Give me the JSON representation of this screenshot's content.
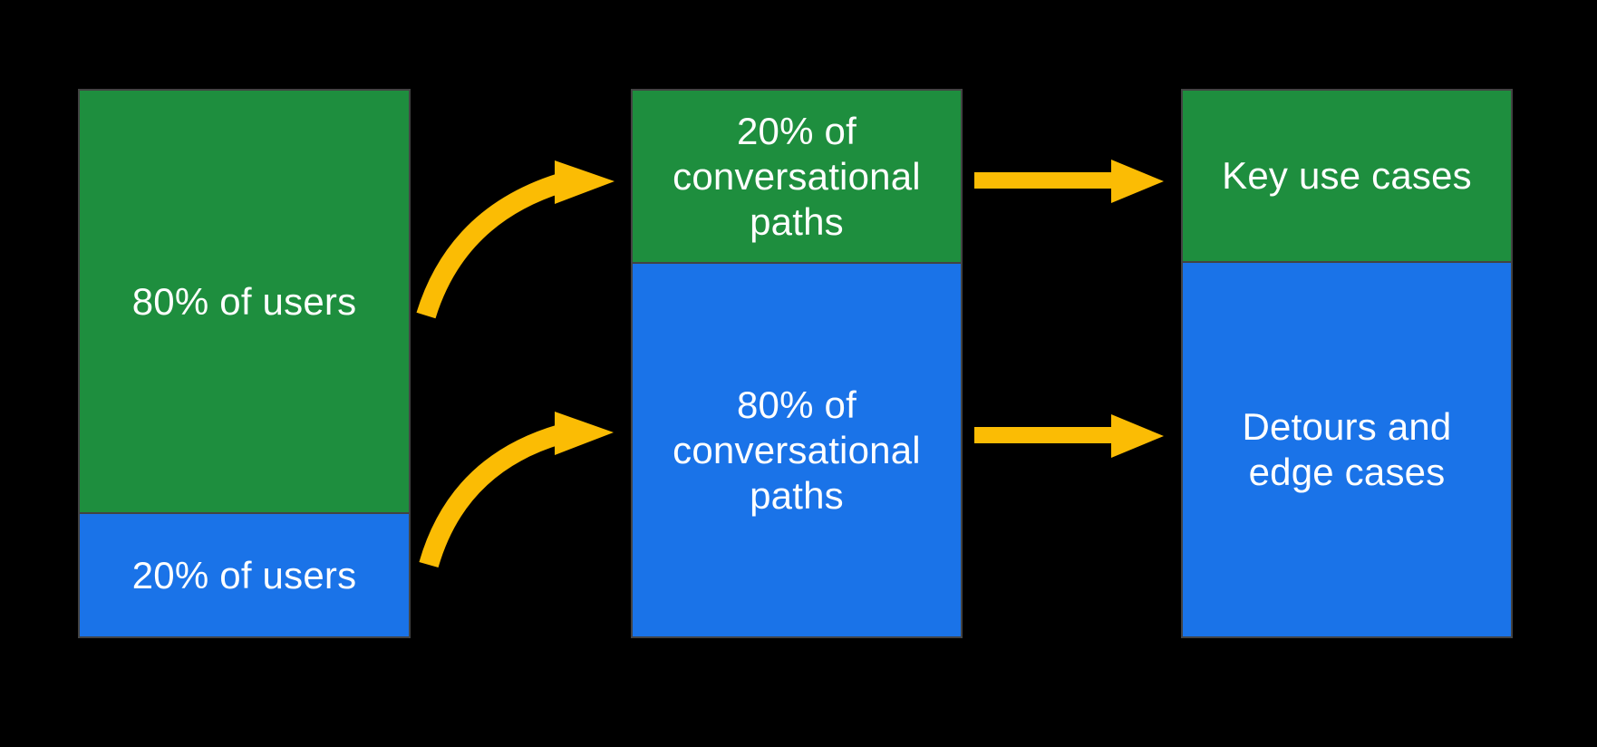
{
  "colors": {
    "green": "#1e8e3e",
    "blue": "#1a73e8",
    "arrow_yellow": "#fbbc04",
    "segment_border": "#434343",
    "label_text": "#ffffff",
    "background": "#000000"
  },
  "diagram": {
    "type": "flow",
    "columns": [
      {
        "name": "users",
        "segments": [
          {
            "color_key": "green",
            "value_pct": 80,
            "label": "80% of users"
          },
          {
            "color_key": "blue",
            "value_pct": 20,
            "label": "20% of users"
          }
        ]
      },
      {
        "name": "conversational-paths",
        "segments": [
          {
            "color_key": "green",
            "value_pct": 20,
            "label": "20% of\nconversational\npaths"
          },
          {
            "color_key": "blue",
            "value_pct": 80,
            "label": "80% of\nconversational\npaths"
          }
        ]
      },
      {
        "name": "outcomes",
        "segments": [
          {
            "color_key": "green",
            "label": "Key use cases"
          },
          {
            "color_key": "blue",
            "label": "Detours and\nedge cases"
          }
        ]
      }
    ],
    "arrows": [
      {
        "style": "curved",
        "from": "80% of users",
        "to": "20% of conversational paths"
      },
      {
        "style": "curved",
        "from": "20% of users",
        "to": "80% of conversational paths"
      },
      {
        "style": "straight",
        "from": "20% of conversational paths",
        "to": "Key use cases"
      },
      {
        "style": "straight",
        "from": "80% of conversational paths",
        "to": "Detours and edge cases"
      }
    ]
  }
}
